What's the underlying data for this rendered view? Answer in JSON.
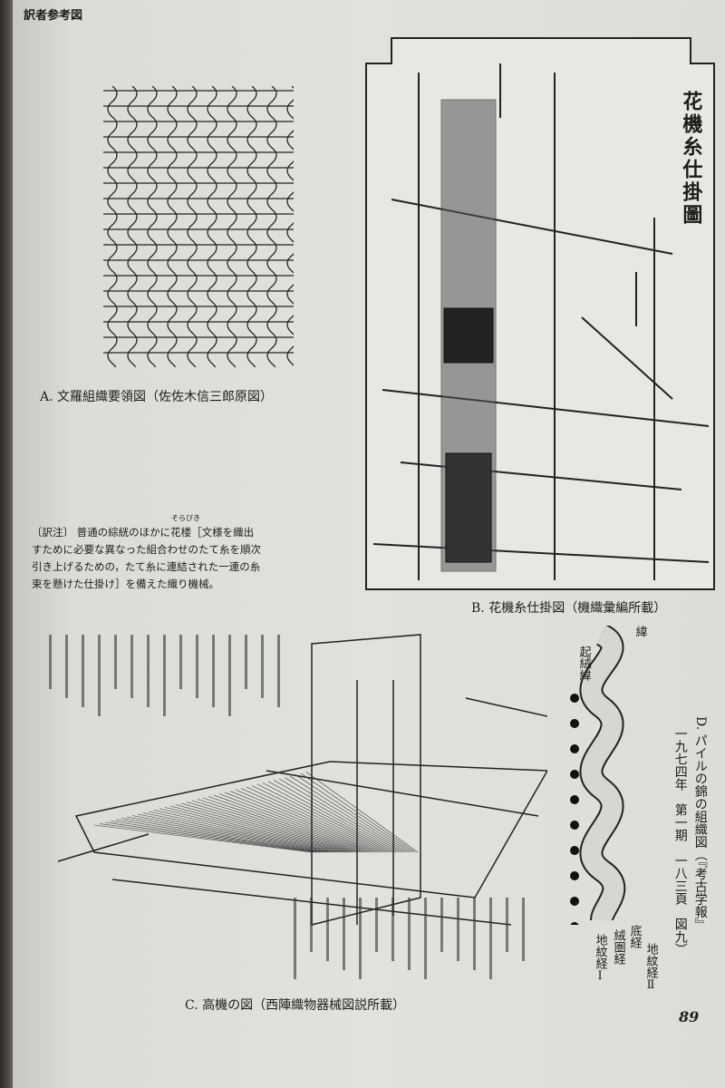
{
  "header": {
    "label": "訳者参考図"
  },
  "figure_a": {
    "caption": "A. 文羅組織要領図（佐佐木信三郎原図）"
  },
  "figure_b": {
    "title": "花機糸仕掛圖",
    "caption": "B. 花機糸仕掛図（機織彙編所載）"
  },
  "note": {
    "text": "〔訳注〕 普通の綜絖のほかに花楼［文様を織出すために必要な異なった組合わせのたて糸を順次引き上げるための，たて糸に連結された一連の糸束を懸けた仕掛け］を備えた織り機械。",
    "ruby": "そらびき"
  },
  "figure_c": {
    "caption": "C. 高機の図（西陣織物器械図説所載）"
  },
  "figure_d": {
    "caption_line1": "D. パイルの錦の組織図（『考古学報』",
    "caption_line2": "一九七四年　第一期　一八三頁　図九）",
    "labels": {
      "weft": "緯",
      "pile_weft": "起絨緯",
      "ground_warp_1": "地紋経Ⅰ",
      "pile_warp": "絨圏経",
      "base_warp": "底経",
      "ground_warp_2": "地紋経Ⅱ"
    }
  },
  "page_number": "89"
}
